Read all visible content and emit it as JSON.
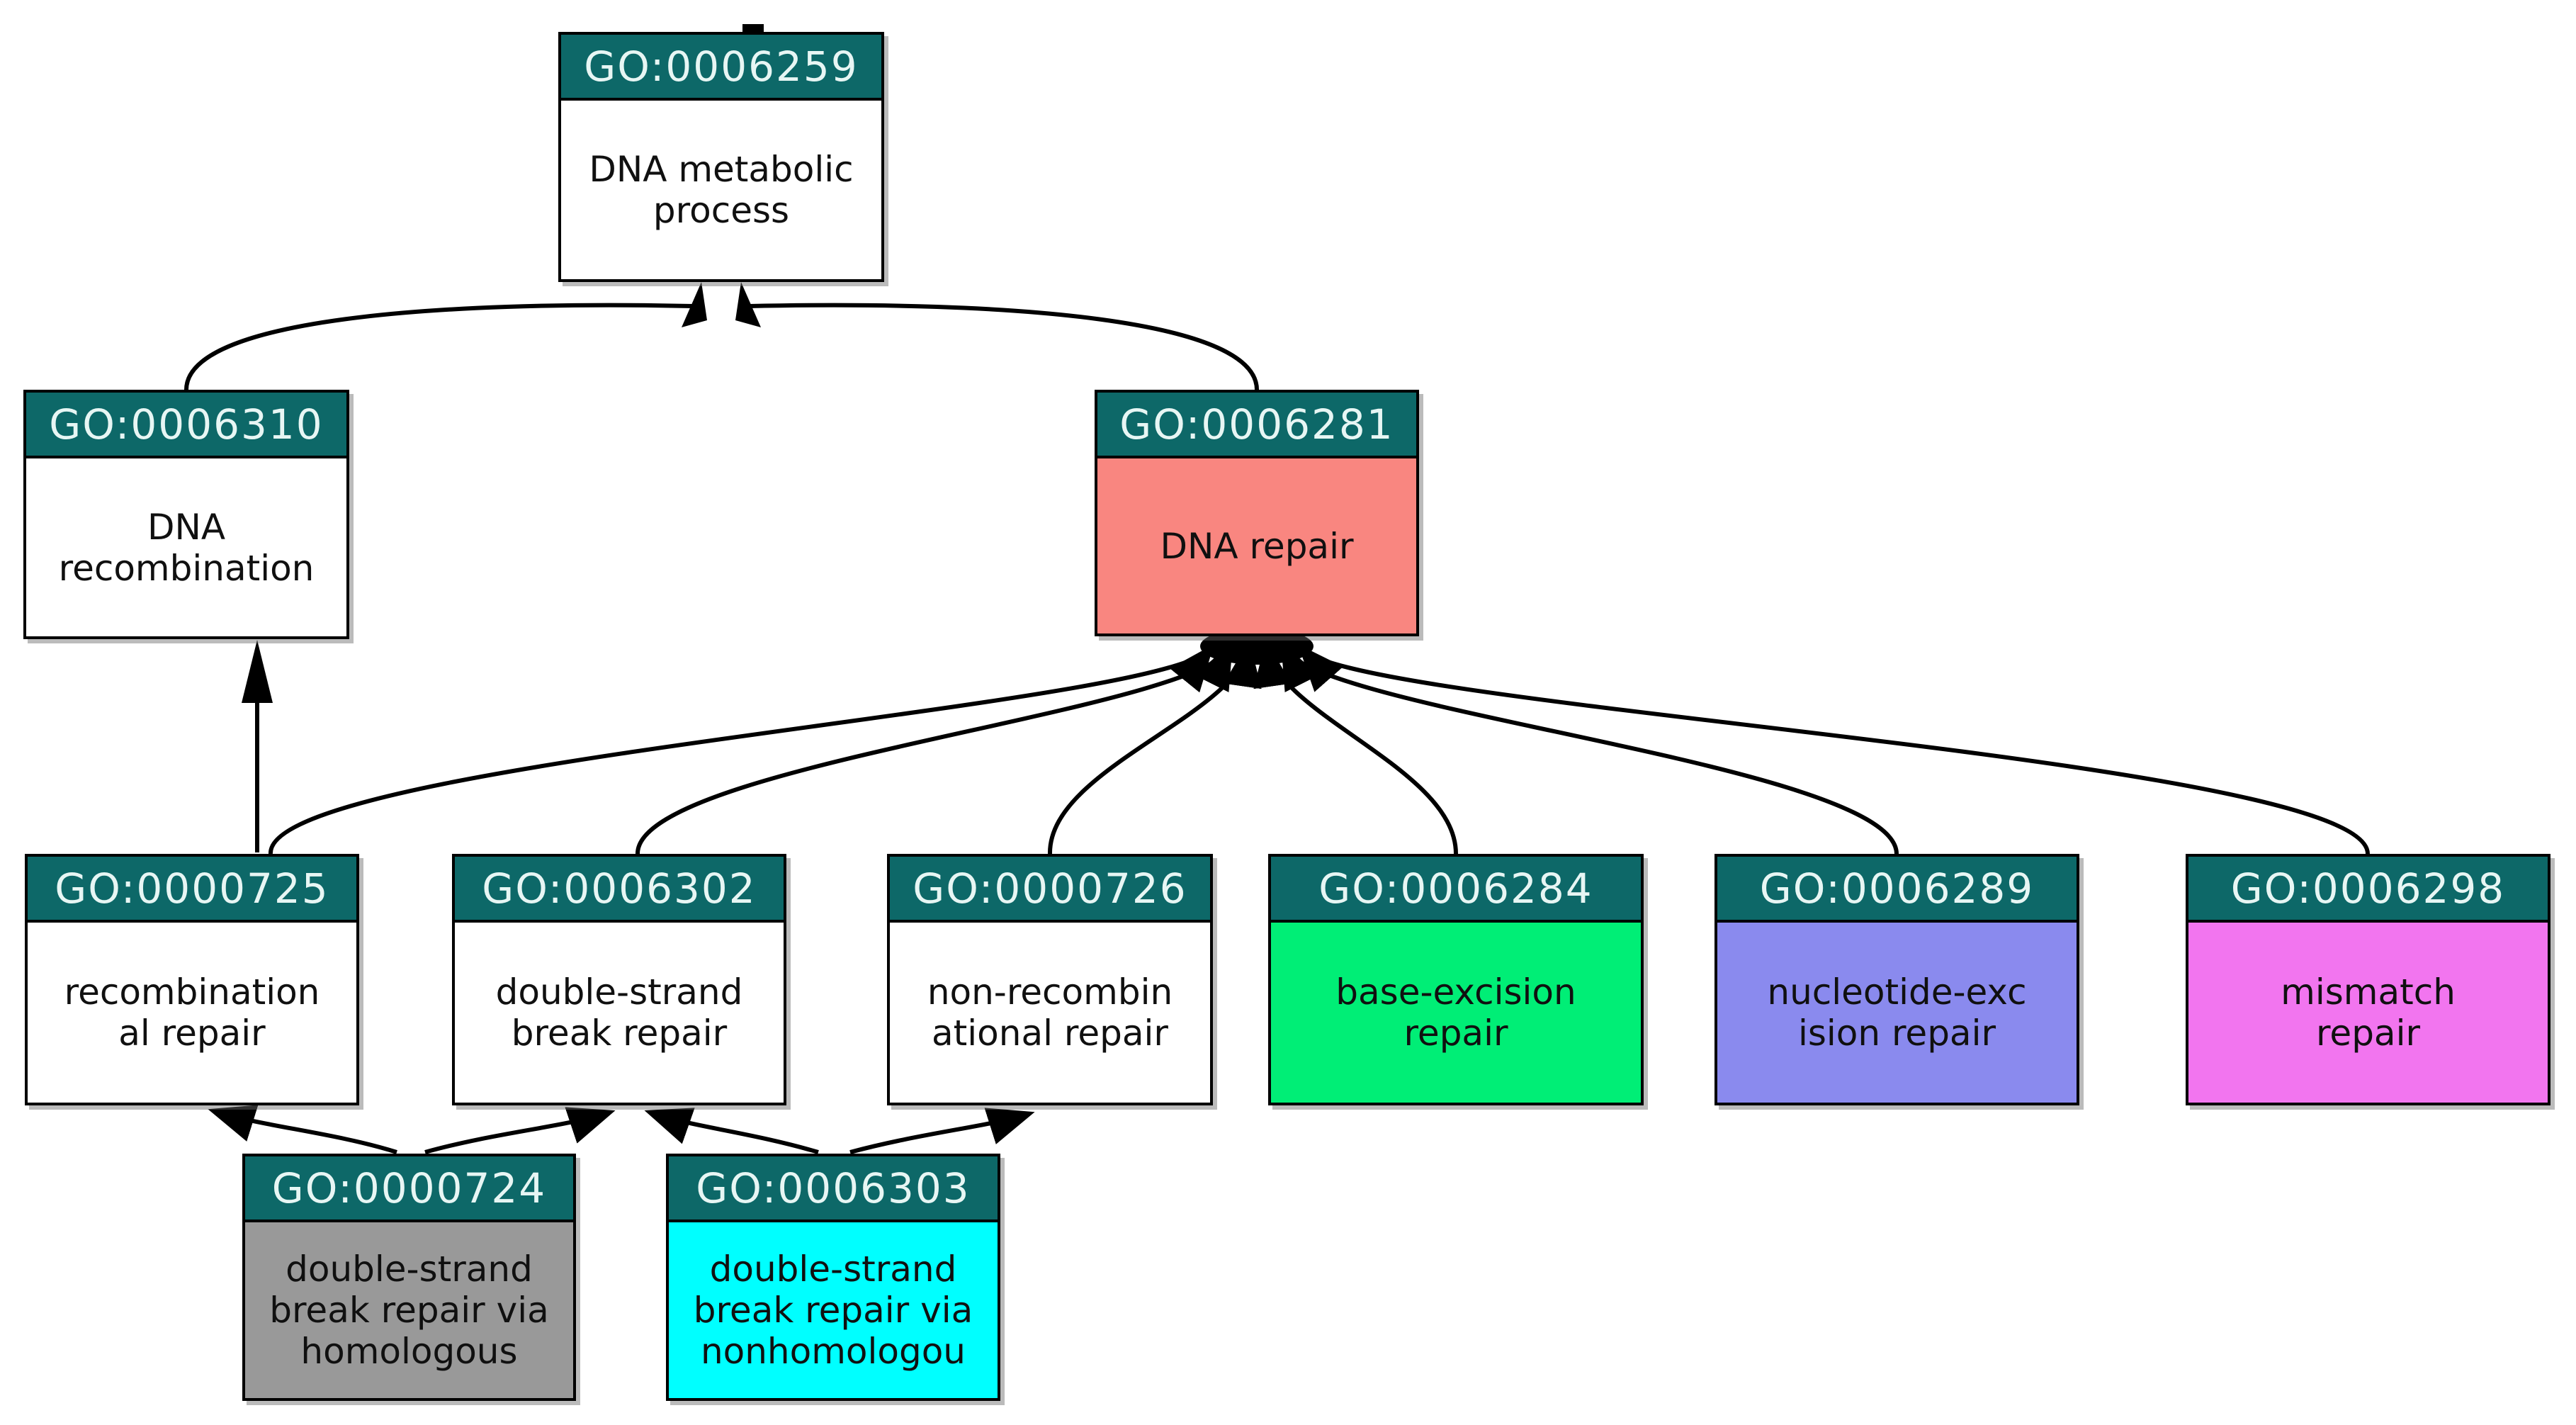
{
  "diagram": {
    "type": "gene-ontology-dag",
    "palette": {
      "header_bg": "#0d6868",
      "header_text": "#e7f6f4",
      "edge_color": "#000000",
      "node_border": "#000000",
      "canvas_bg": "#ffffff"
    },
    "nodes": [
      {
        "id": "GO:0006259",
        "label": "DNA metabolic\nprocess",
        "body_bg": "#ffffff"
      },
      {
        "id": "GO:0006310",
        "label": "DNA\nrecombination",
        "body_bg": "#ffffff"
      },
      {
        "id": "GO:0006281",
        "label": "DNA repair",
        "body_bg": "#f98680"
      },
      {
        "id": "GO:0000725",
        "label": "recombination\nal repair",
        "body_bg": "#ffffff"
      },
      {
        "id": "GO:0006302",
        "label": "double-strand\nbreak repair",
        "body_bg": "#ffffff"
      },
      {
        "id": "GO:0000726",
        "label": "non-recombin\national repair",
        "body_bg": "#ffffff"
      },
      {
        "id": "GO:0006284",
        "label": "base-excision\nrepair",
        "body_bg": "#00ee76"
      },
      {
        "id": "GO:0006289",
        "label": "nucleotide-exc\nision repair",
        "body_bg": "#8a8aee"
      },
      {
        "id": "GO:0006298",
        "label": "mismatch\nrepair",
        "body_bg": "#f275ef"
      },
      {
        "id": "GO:0000724",
        "label": "double-strand\nbreak repair via\nhomologous",
        "body_bg": "#999999"
      },
      {
        "id": "GO:0006303",
        "label": "double-strand\nbreak repair via\nnonhomologou",
        "body_bg": "#00ffff"
      }
    ],
    "edges": [
      {
        "from": "GO:0006310",
        "to": "GO:0006259"
      },
      {
        "from": "GO:0006281",
        "to": "GO:0006259"
      },
      {
        "from": "GO:0000725",
        "to": "GO:0006310"
      },
      {
        "from": "GO:0000725",
        "to": "GO:0006281"
      },
      {
        "from": "GO:0006302",
        "to": "GO:0006281"
      },
      {
        "from": "GO:0000726",
        "to": "GO:0006281"
      },
      {
        "from": "GO:0006284",
        "to": "GO:0006281"
      },
      {
        "from": "GO:0006289",
        "to": "GO:0006281"
      },
      {
        "from": "GO:0006298",
        "to": "GO:0006281"
      },
      {
        "from": "GO:0000724",
        "to": "GO:0000725"
      },
      {
        "from": "GO:0000724",
        "to": "GO:0006302"
      },
      {
        "from": "GO:0006303",
        "to": "GO:0006302"
      },
      {
        "from": "GO:0006303",
        "to": "GO:0000726"
      }
    ]
  }
}
